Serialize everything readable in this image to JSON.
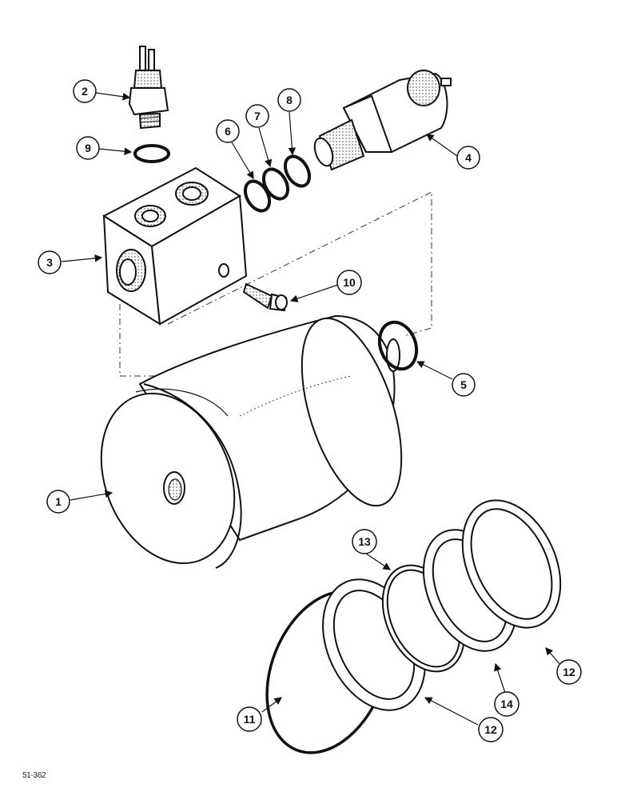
{
  "figure_id": "51-362",
  "callouts": [
    {
      "key": "c1",
      "label": "1"
    },
    {
      "key": "c2",
      "label": "2"
    },
    {
      "key": "c3",
      "label": "3"
    },
    {
      "key": "c4",
      "label": "4"
    },
    {
      "key": "c5",
      "label": "5"
    },
    {
      "key": "c6",
      "label": "6"
    },
    {
      "key": "c7",
      "label": "7"
    },
    {
      "key": "c8",
      "label": "8"
    },
    {
      "key": "c9",
      "label": "9"
    },
    {
      "key": "c10",
      "label": "10"
    },
    {
      "key": "c11",
      "label": "11"
    },
    {
      "key": "c12a",
      "label": "12"
    },
    {
      "key": "c12b",
      "label": "12"
    },
    {
      "key": "c13",
      "label": "13"
    },
    {
      "key": "c14",
      "label": "14"
    }
  ]
}
